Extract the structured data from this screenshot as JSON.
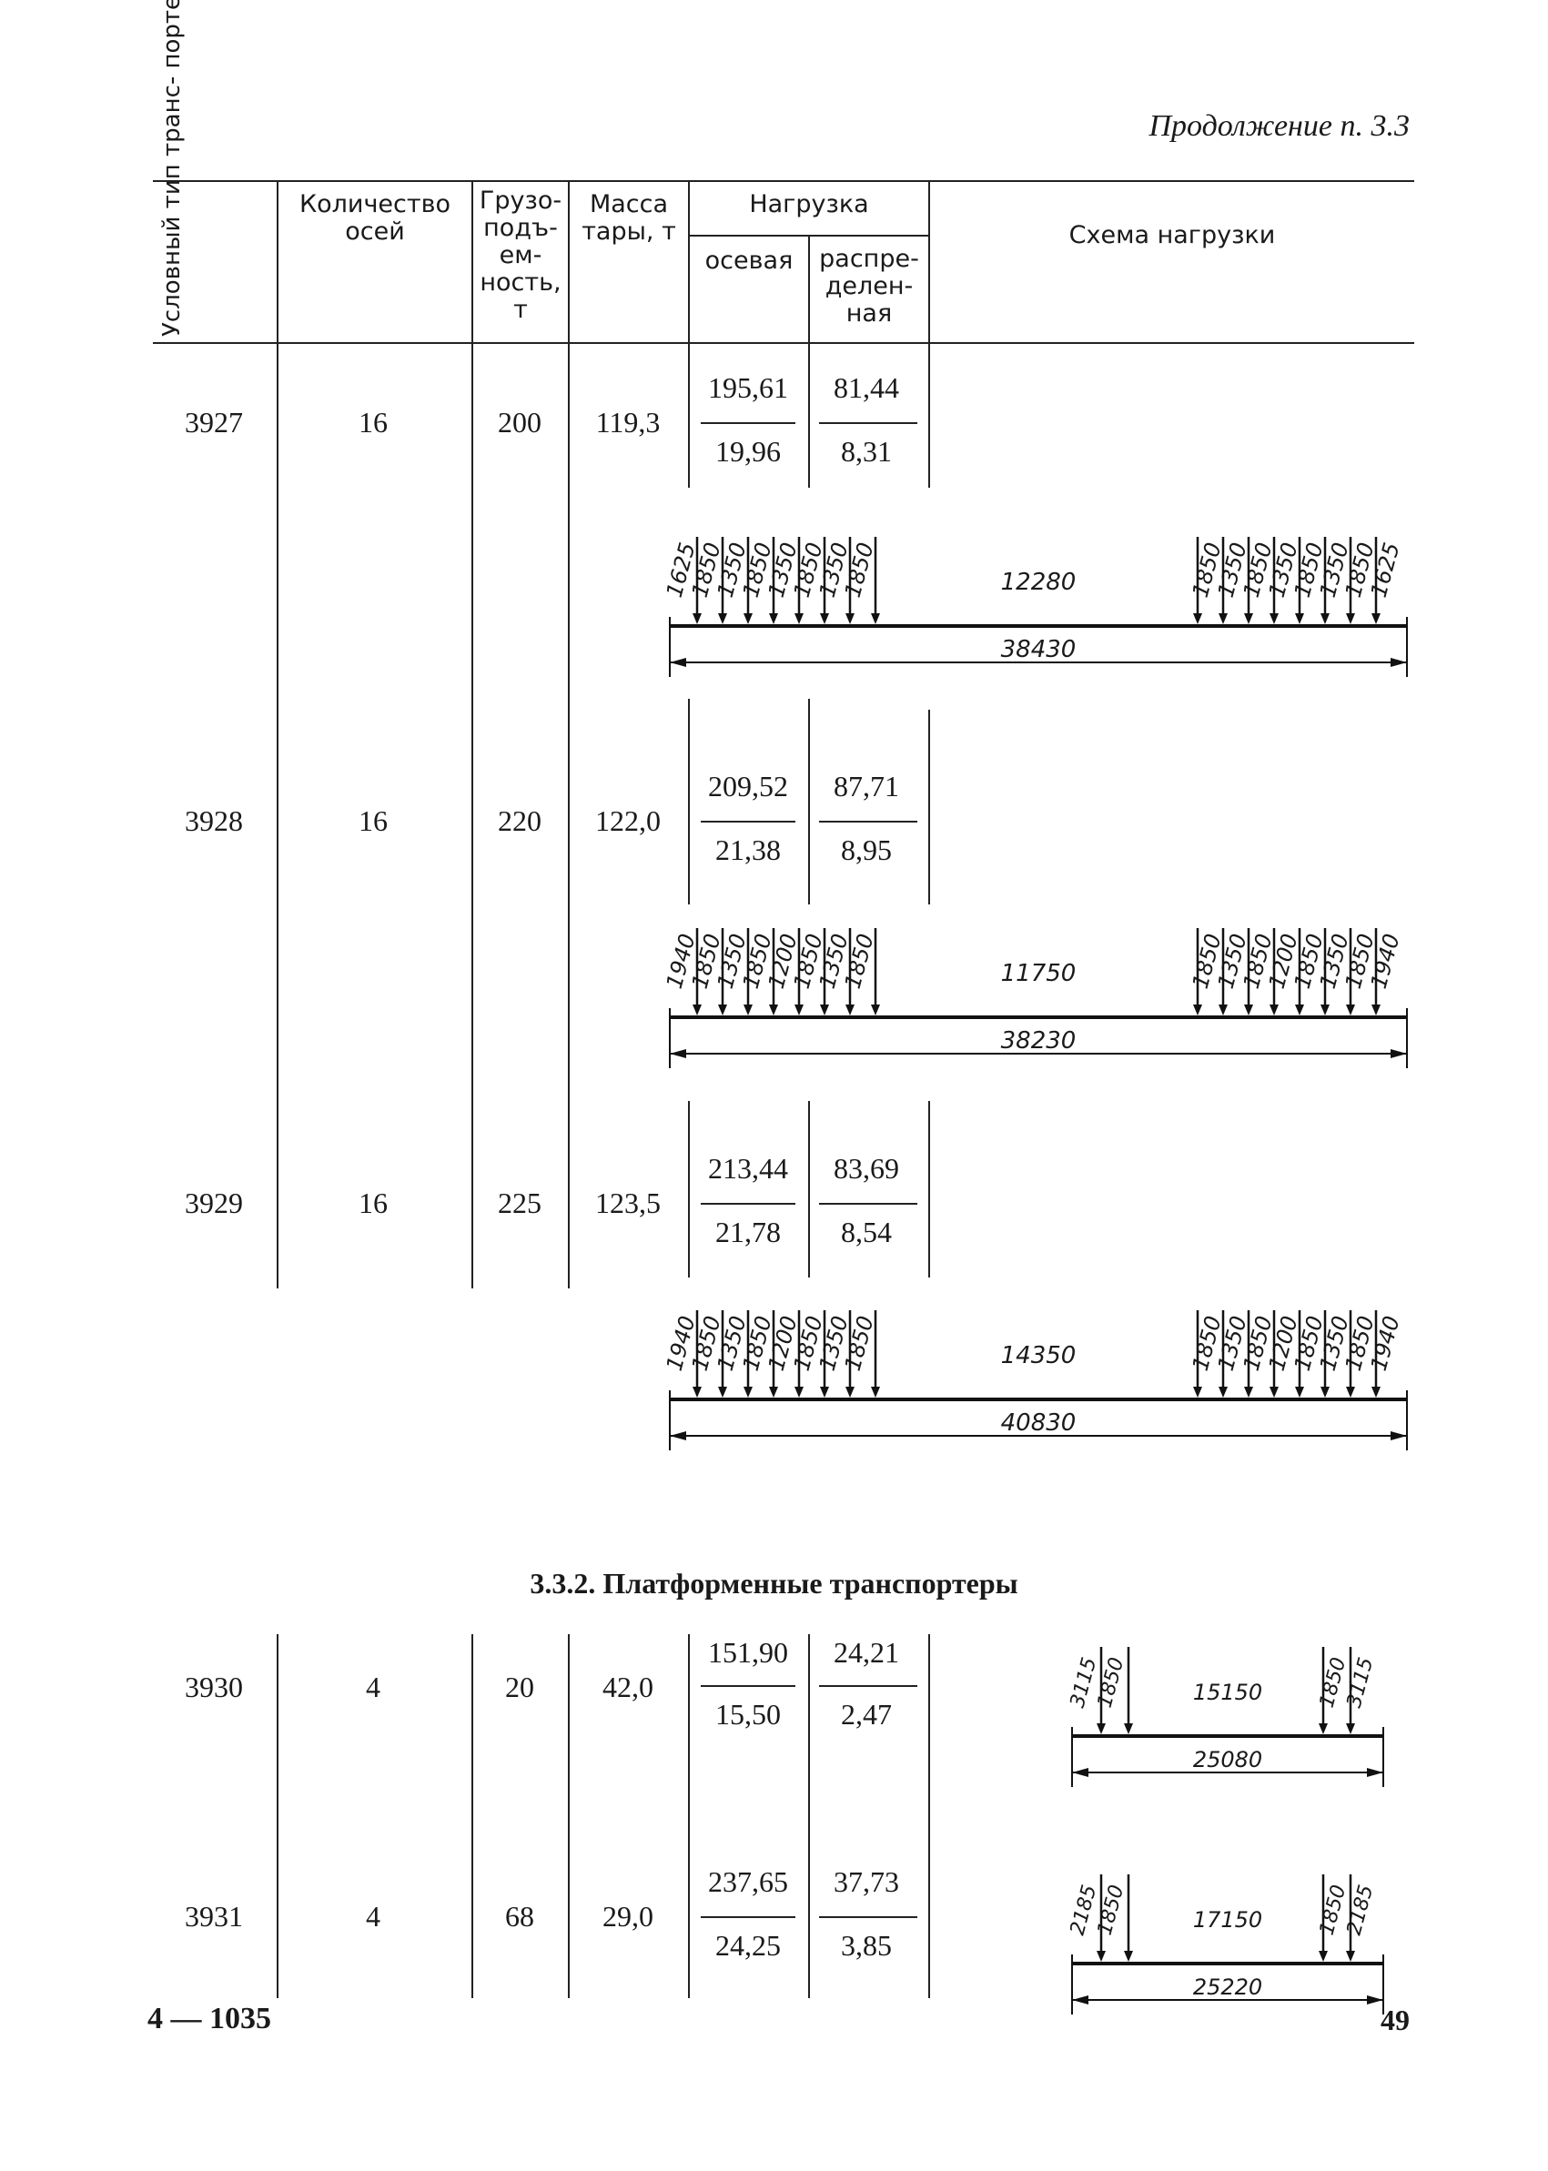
{
  "continuation": "Продолжение п. 3.3",
  "headers": {
    "type": "Условный тип транс- портера",
    "axles": "Количество осей",
    "capacity": "Грузо- подъ- ем- ность, т",
    "tare": "Масса тары, т",
    "load": "Нагрузка",
    "axial": "осевая",
    "distributed": "распре- делен- ная",
    "scheme": "Схема нагрузки"
  },
  "rows": [
    {
      "type": "3927",
      "axles": "16",
      "capacity": "200",
      "tare": "119,3",
      "axial_top": "195,61",
      "axial_bottom": "19,96",
      "dist_top": "81,44",
      "dist_bottom": "8,31",
      "scheme": {
        "left": [
          "1625",
          "1850",
          "1350",
          "1850",
          "1350",
          "1850",
          "1350",
          "1850"
        ],
        "gap": "12280",
        "right": [
          "1850",
          "1350",
          "1850",
          "1350",
          "1850",
          "1350",
          "1850",
          "1625"
        ],
        "total": "38430"
      }
    },
    {
      "type": "3928",
      "axles": "16",
      "capacity": "220",
      "tare": "122,0",
      "axial_top": "209,52",
      "axial_bottom": "21,38",
      "dist_top": "87,71",
      "dist_bottom": "8,95",
      "scheme": {
        "left": [
          "1940",
          "1850",
          "1350",
          "1850",
          "1200",
          "1850",
          "1350",
          "1850"
        ],
        "gap": "11750",
        "right": [
          "1850",
          "1350",
          "1850",
          "1200",
          "1850",
          "1350",
          "1850",
          "1940"
        ],
        "total": "38230"
      }
    },
    {
      "type": "3929",
      "axles": "16",
      "capacity": "225",
      "tare": "123,5",
      "axial_top": "213,44",
      "axial_bottom": "21,78",
      "dist_top": "83,69",
      "dist_bottom": "8,54",
      "scheme": {
        "left": [
          "1940",
          "1850",
          "1350",
          "1850",
          "1200",
          "1850",
          "1350",
          "1850"
        ],
        "gap": "14350",
        "right": [
          "1850",
          "1350",
          "1850",
          "1200",
          "1850",
          "1350",
          "1850",
          "1940"
        ],
        "total": "40830"
      }
    }
  ],
  "section_title": "3.3.2. Платформенные транспортеры",
  "rows2": [
    {
      "type": "3930",
      "axles": "4",
      "capacity": "20",
      "tare": "42,0",
      "axial_top": "151,90",
      "axial_bottom": "15,50",
      "dist_top": "24,21",
      "dist_bottom": "2,47",
      "scheme": {
        "left": [
          "3115",
          "1850"
        ],
        "gap": "15150",
        "right": [
          "1850",
          "3115"
        ],
        "total": "25080"
      }
    },
    {
      "type": "3931",
      "axles": "4",
      "capacity": "68",
      "tare": "29,0",
      "axial_top": "237,65",
      "axial_bottom": "24,25",
      "dist_top": "37,73",
      "dist_bottom": "3,85",
      "scheme": {
        "left": [
          "2185",
          "1850"
        ],
        "gap": "17150",
        "right": [
          "1850",
          "2185"
        ],
        "total": "25220"
      }
    }
  ],
  "footer_left": "4 — 1035",
  "page_number": "49"
}
